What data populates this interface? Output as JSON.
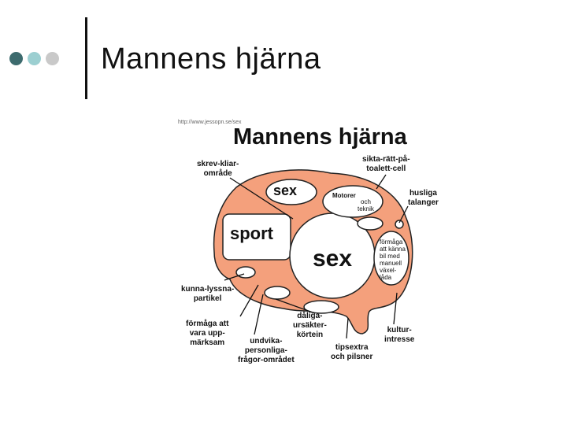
{
  "slide": {
    "title": "Mannens hjärna",
    "bullet_colors": [
      "#3d6b6e",
      "#9ccfd1",
      "#c9c9c9"
    ],
    "accent": "#111111"
  },
  "figure": {
    "credit": "http://www.jessopn.se/sex",
    "title": "Mannens hjärna",
    "fill_color": "#f4a07c",
    "regions": {
      "sport": "sport",
      "sex_small": "sex",
      "sex_big": "sex",
      "motorer": "Motorer",
      "och_teknik": "och\nteknik",
      "formaga_kanna": "förmåga\natt känna\nbil med\nmanuell\nväxel-\nlåda"
    },
    "labels": {
      "skrev": "skrev-kliar-\nområde",
      "sikta": "sikta-rätt-på-\ntoalett-cell",
      "husliga": "husliga\ntalanger",
      "kunna_lyssna": "kunna-lyssna-\npartikel",
      "formaga_att": "förmåga att\nvara upp-\nmärksam",
      "undvika": "undvika-\npersonliga-\nfrågor-området",
      "daliga": "dåliga-\nursäkter-\nkörtein",
      "tipsextra": "tipsextra\noch pilsner",
      "kultur": "kultur-\nintresse"
    }
  }
}
